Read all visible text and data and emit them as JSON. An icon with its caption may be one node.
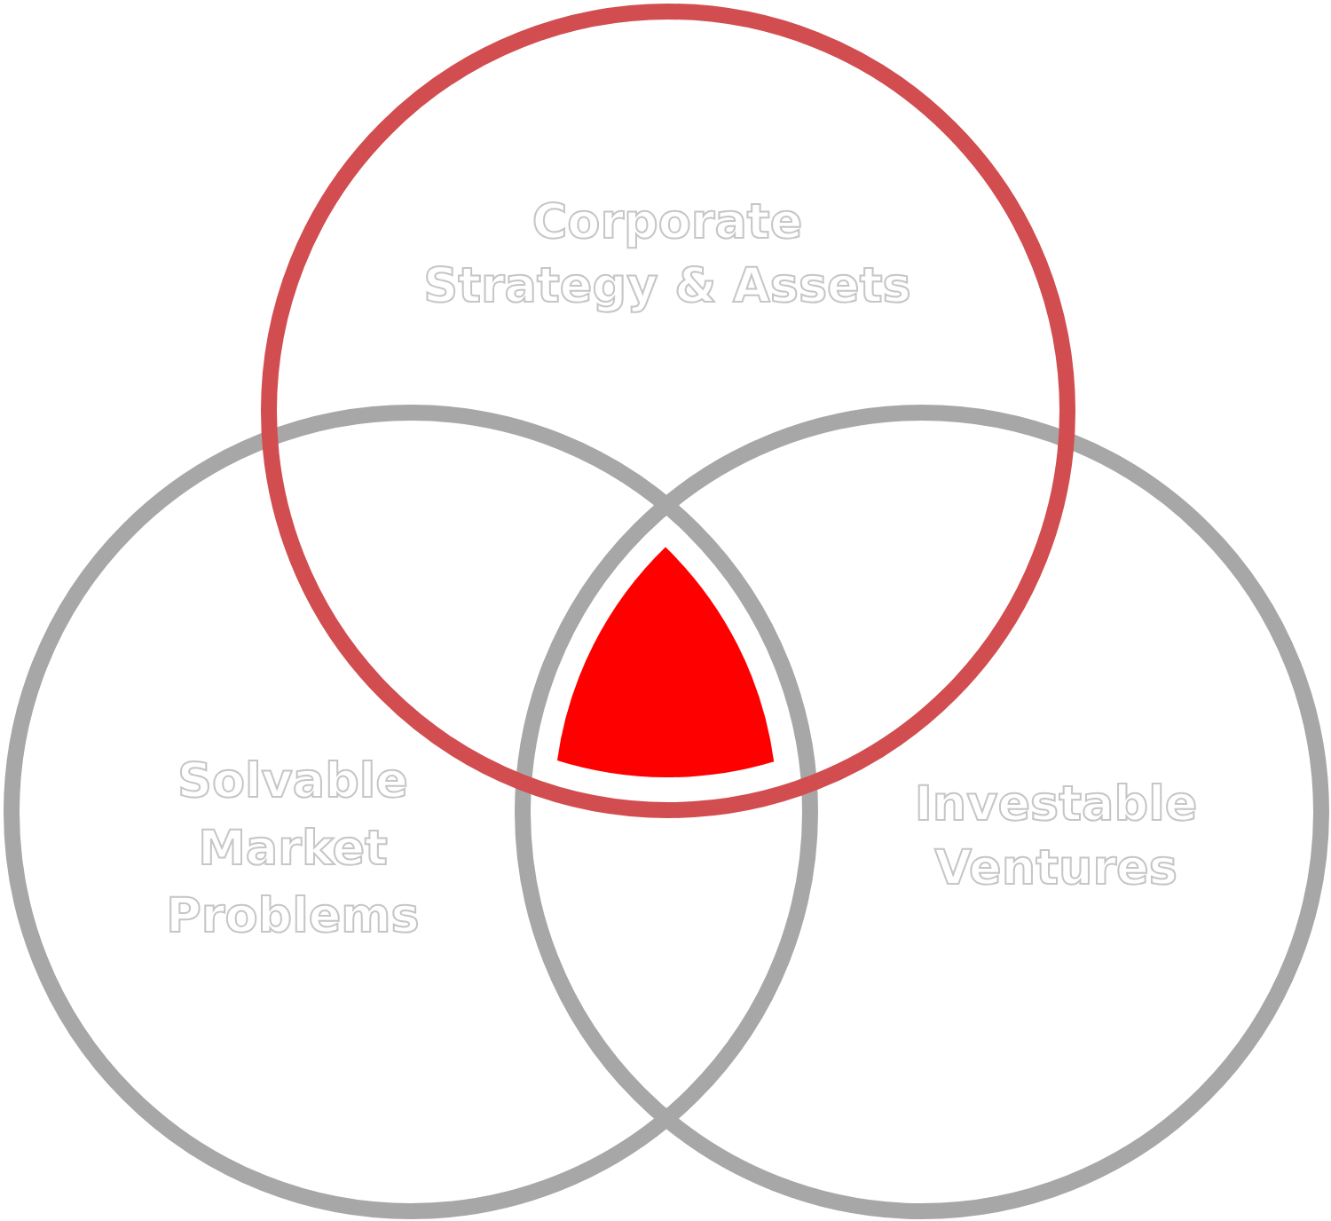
{
  "diagram": {
    "nodes": [
      {
        "text": [
          "Corporate Strategy & Assets"
        ]
      },
      {
        "text": [
          "Solvable Market Problems"
        ]
      },
      {
        "text": [
          "Investable Ventures"
        ]
      }
    ]
  }
}
